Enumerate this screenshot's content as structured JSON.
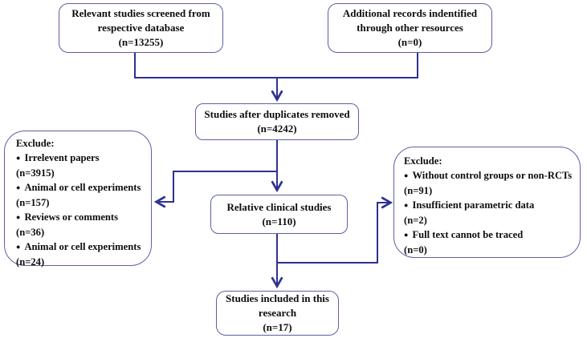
{
  "flow": {
    "colors": {
      "line": "#2e3192",
      "border": "#5c60a4",
      "text": "#0d0d0d",
      "background": "#ffffff"
    },
    "bullet": "●",
    "boxes": {
      "screened": {
        "text": "Relevant studies screened from\nrespective database\n(n=13255)"
      },
      "additional": {
        "text": "Additional records indentified\nthrough other resources\n(n=0)"
      },
      "duplicates": {
        "text": "Studies after duplicates removed\n(n=4242)"
      },
      "clinical": {
        "text": "Relative clinical studies\n(n=110)"
      },
      "included": {
        "text": "Studies included in this\nresearch\n(n=17)"
      },
      "exclude_left": {
        "title": "Exclude:",
        "items": [
          {
            "label": "Irrelevent papers",
            "count": "(n=3915)"
          },
          {
            "label": "Animal or cell experiments",
            "count": "(n=157)"
          },
          {
            "label": "Reviews or comments",
            "count": "(n=36)"
          },
          {
            "label": "Animal or  cell experiments",
            "count": "(n=24)"
          }
        ]
      },
      "exclude_right": {
        "title": "Exclude:",
        "items": [
          {
            "label": "Without control groups or non-RCTs",
            "count": "(n=91)"
          },
          {
            "label": "Insufficient parametric data",
            "count": "(n=2)"
          },
          {
            "label": "Full text cannot be traced",
            "count": "(n=0)"
          }
        ]
      }
    }
  }
}
